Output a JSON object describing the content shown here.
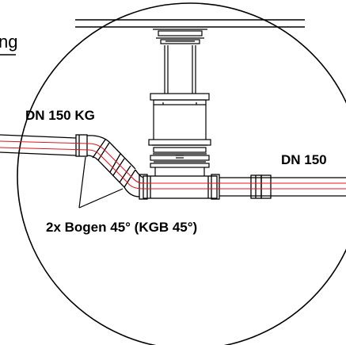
{
  "labels": {
    "partial_heading": "ng",
    "inlet_pipe": "DN 150 KG",
    "outlet_pipe": "DN 150",
    "bends_note": "2x Bogen 45° (KGB 45°)"
  },
  "colors": {
    "line": "#000000",
    "pipe_centerline": "#e4141c",
    "background": "#ffffff"
  }
}
